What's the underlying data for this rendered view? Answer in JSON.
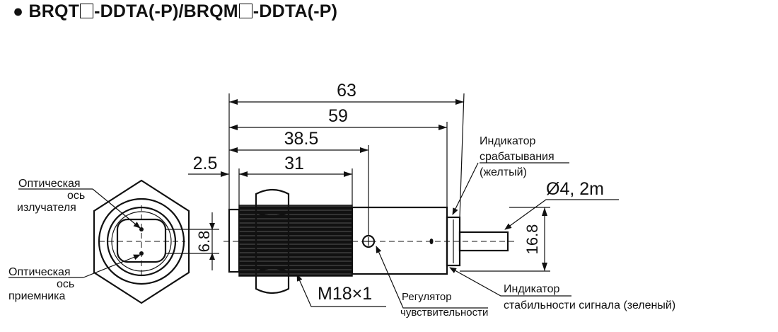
{
  "title": {
    "bullet": "●",
    "part1": "BRQT",
    "part2": "-DDTA(-P)/BRQM",
    "part3": "-DDTA(-P)"
  },
  "dimensions": {
    "d63": "63",
    "d59": "59",
    "d38_5": "38.5",
    "d31": "31",
    "d2_5": "2.5",
    "d6_8": "6.8",
    "d16_8": "16.8",
    "cable": "Ø4, 2m",
    "thread": "M18×1"
  },
  "labels": {
    "emitter_axis_1": "Оптическая",
    "emitter_axis_2": "ось",
    "emitter_axis_3": "излучателя",
    "receiver_axis_1": "Оптическая",
    "receiver_axis_2": "ось",
    "receiver_axis_3": "приемника",
    "operation_indicator_1": "Индикатор",
    "operation_indicator_2": "срабатывания",
    "operation_indicator_3": "(желтый)",
    "sensitivity_1": "Регулятор",
    "sensitivity_2": "чувствительности",
    "stability_1": "Индикатор",
    "stability_2": "стабильности сигнала (зеленый)"
  }
}
